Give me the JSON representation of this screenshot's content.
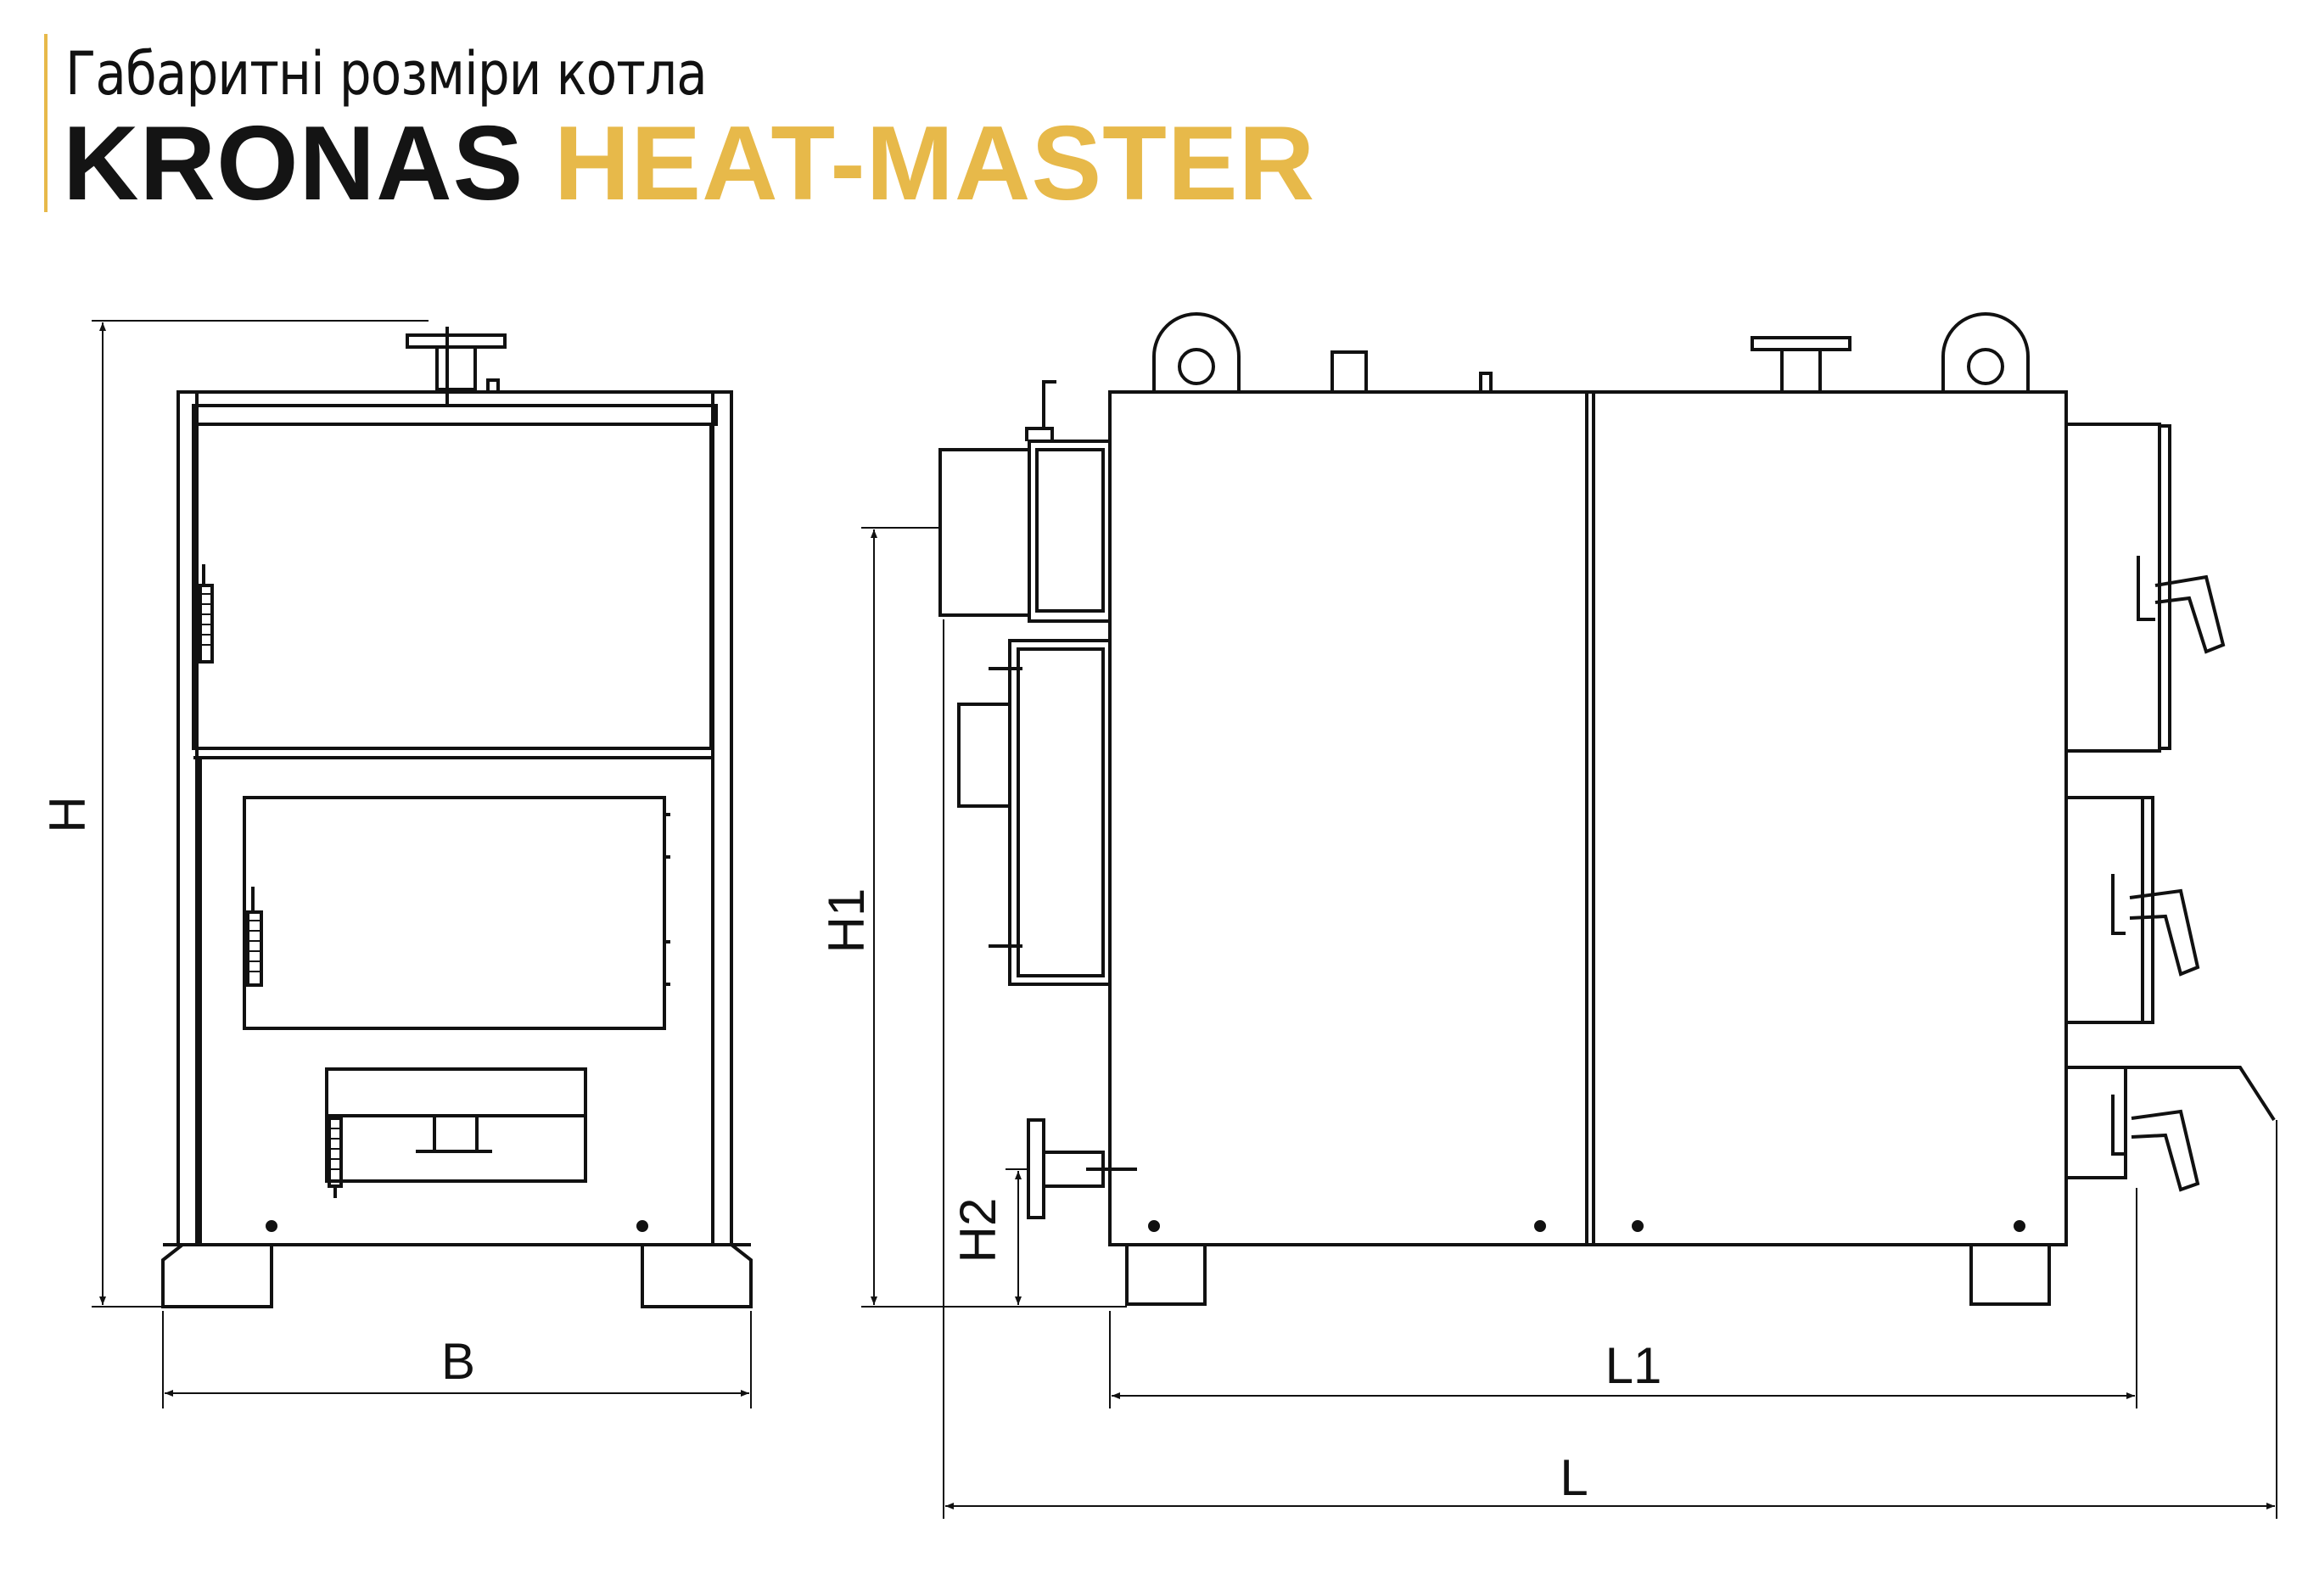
{
  "header": {
    "subtitle": "Габаритні розміри котла",
    "brand": "KRONAS",
    "model": "HEAT-MASTER",
    "accent_color": "#e7b94a"
  },
  "dimensions": {
    "height": "H",
    "width": "B",
    "height_1": "H1",
    "height_2": "H2",
    "length_1": "L1",
    "length": "L"
  }
}
